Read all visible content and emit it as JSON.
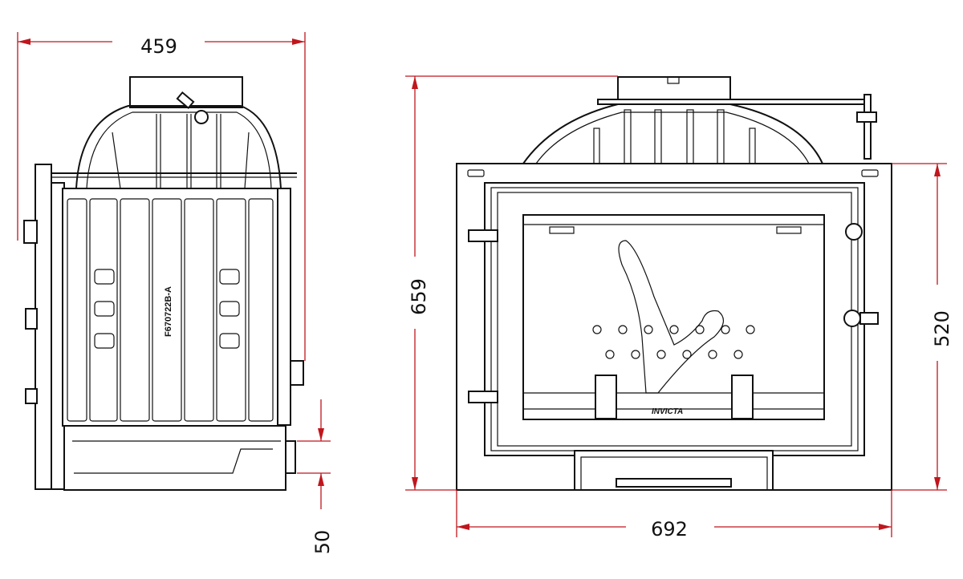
{
  "drawing": {
    "side_view": {
      "part_number": "F670722B-A"
    },
    "front_view": {
      "logo": "INVICTA"
    },
    "dimensions": {
      "side_width": "459",
      "front_height_total": "659",
      "front_height_body": "520",
      "front_width": "692",
      "bottom_offset": "50"
    },
    "colors": {
      "dimension_line": "#c0161d",
      "outline": "#111111"
    }
  }
}
